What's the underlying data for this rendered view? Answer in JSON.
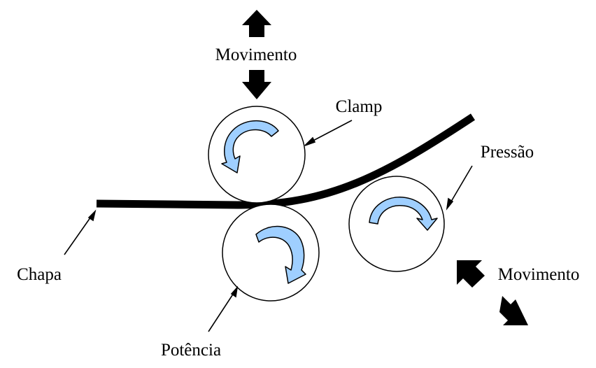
{
  "labels": {
    "movement_top": "Movimento",
    "clamp": "Clamp",
    "pressure": "Pressão",
    "sheet": "Chapa",
    "power": "Potência",
    "movement_right": "Movimento"
  },
  "colors": {
    "stroke": "#000000",
    "rotation_arrow_fill": "#9fcfff",
    "movement_arrow_fill": "#000000"
  },
  "rollers": [
    {
      "role": "clamp",
      "rotation": "counterclockwise"
    },
    {
      "role": "power",
      "rotation": "clockwise"
    },
    {
      "role": "pressure",
      "rotation": "clockwise"
    }
  ],
  "icons": {
    "movement_top": [
      "arrow-up-icon",
      "arrow-down-icon"
    ],
    "movement_right": [
      "arrow-up-left-icon",
      "arrow-down-right-icon"
    ],
    "rotation": "curved-arrow-icon"
  }
}
